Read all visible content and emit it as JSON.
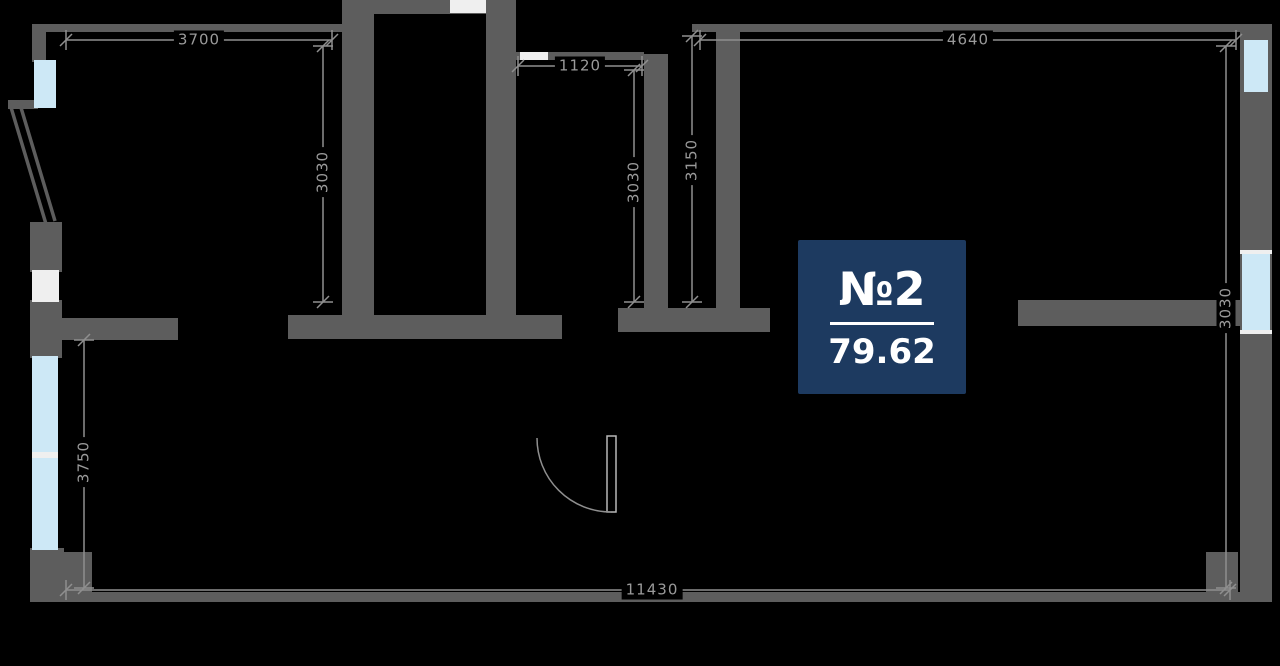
{
  "plan": {
    "unit_badge": {
      "number": "№2",
      "area": "79.62"
    },
    "dimensions": {
      "top_left": "3700",
      "top_middle": "1120",
      "top_right": "4640",
      "room1_height": "3030",
      "corridor_height": "3030",
      "room3_height": "3150",
      "right_height": "3030",
      "left_height": "3750",
      "bottom_width": "11430"
    },
    "colors": {
      "background": "#000000",
      "wall": "#5d5d5d",
      "window": "#cde8f6",
      "dimension": "#9a9a9a",
      "badge_background": "#1d3a60",
      "badge_text": "#ffffff"
    }
  }
}
